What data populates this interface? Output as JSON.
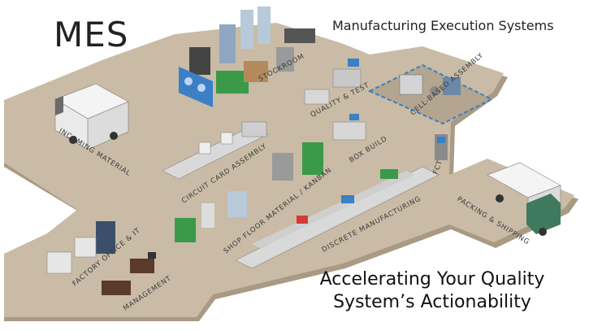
{
  "header": {
    "title": "MES",
    "subtitle": "Manufacturing Execution Systems"
  },
  "tagline": {
    "line1": "Accelerating Your Quality",
    "line2": "System’s Actionability"
  },
  "zones": {
    "incoming_material": "INCOMING MATERIAL",
    "stockroom": "STOCKROOM",
    "quality_test": "QUALITY & TEST",
    "cell_based_assembly": "CELL-BASED ASSEMBLY",
    "circuit_card_assembly": "CIRCUIT CARD ASSEMBLY",
    "box_build": "BOX BUILD",
    "fct": "FCT",
    "shop_floor_material": "SHOP FLOOR MATERIAL / KANBAN",
    "discrete_manufacturing": "DISCRETE MANUFACTURING",
    "packing_shipping": "PACKING & SHIPPING",
    "factory_office": "FACTORY OFFICE & IT",
    "management": "MANAGEMENT"
  },
  "colors": {
    "floor": "#c9bba6",
    "floor_edge": "#a99a84",
    "truck_cab_green": "#3f7a5e",
    "rack_green": "#3a9a4a",
    "accent_blue": "#3b7fc4"
  }
}
